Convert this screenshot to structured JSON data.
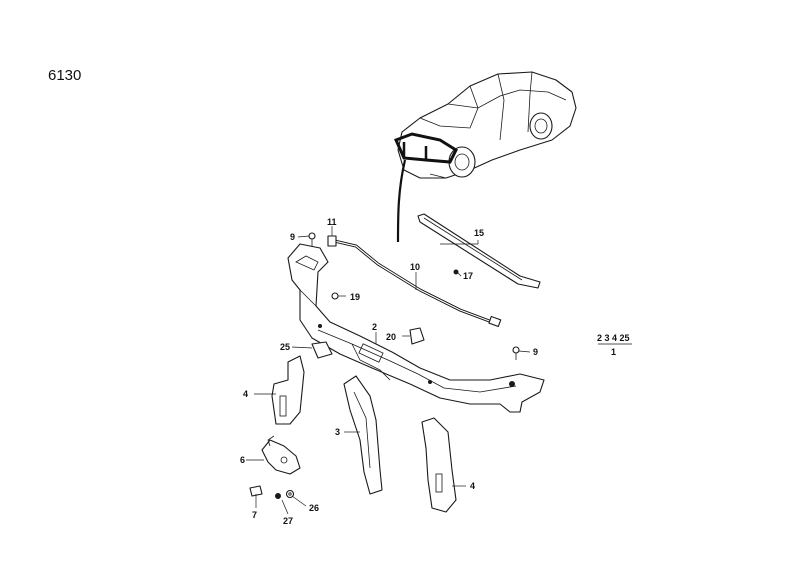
{
  "diagram_code": "6130",
  "callouts": {
    "c1": "1",
    "c2": "2",
    "c3": "3",
    "c4a": "4",
    "c4b": "4",
    "c6": "6",
    "c7": "7",
    "c9a": "9",
    "c9b": "9",
    "c10": "10",
    "c11": "11",
    "c15": "15",
    "c17": "17",
    "c19": "19",
    "c20": "20",
    "c25": "25",
    "c26": "26",
    "c27": "27"
  },
  "assembly_group": "2 3 4 25"
}
